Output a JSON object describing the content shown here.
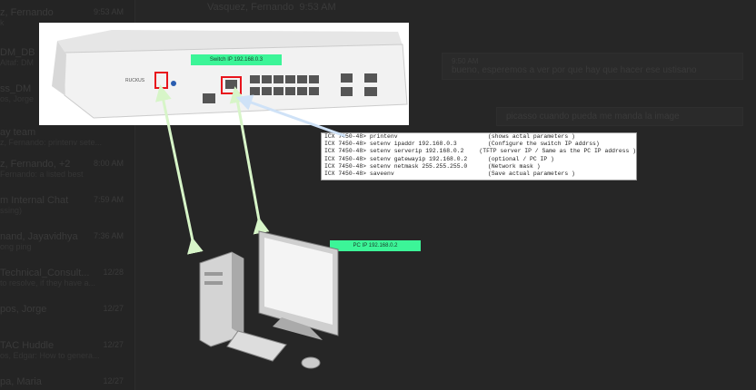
{
  "background_chat": {
    "header_name": "Vasquez, Fernando",
    "header_time": "9:53 AM",
    "list": [
      {
        "name": "z, Fernando",
        "time": "9:53 AM",
        "preview": "k"
      },
      {
        "name": "DM_DB",
        "time": "",
        "preview": "Altaf: DM"
      },
      {
        "name": "ss_DM",
        "time": "",
        "preview": "os, Jorge"
      },
      {
        "name": "ay team",
        "time": "",
        "preview": "z, Fernando: printenv sete..."
      },
      {
        "name": "z, Fernando, +2",
        "time": "8:00 AM",
        "preview": "Fernando: a listed best"
      },
      {
        "name": "m Internal Chat",
        "time": "7:59 AM",
        "preview": "ssing)"
      },
      {
        "name": "nand, Jayavidhya",
        "time": "7:36 AM",
        "preview": "ong ping"
      },
      {
        "name": "Technical_Consult...",
        "time": "12/28",
        "preview": "to resolve, if they have a..."
      },
      {
        "name": "pos, Jorge",
        "time": "12/27",
        "preview": ""
      },
      {
        "name": "TAC Huddle",
        "time": "12/27",
        "preview": "os, Edgar: How to genera..."
      },
      {
        "name": "pa, Maria",
        "time": "12/27",
        "preview": ""
      }
    ],
    "messages": [
      {
        "time": "9:50 AM",
        "text": "bueno, esperemos a ver por que hay que hacer ese ustisano"
      },
      {
        "time": "",
        "text": "picasso cuando pueda me manda la image"
      }
    ]
  },
  "diagram": {
    "switch_brand": "RUCKUS",
    "switch_label": "Switch IP 192.168.0.3",
    "pc_label": "PC IP 192.168.0.2",
    "terminal": [
      {
        "cmd": "ICX 7450-48> printenv",
        "desc": "(shows actal parameters )"
      },
      {
        "cmd": "ICX 7450-48> setenv ipaddr 192.168.0.3",
        "desc": "(Configure the switch IP addrss)"
      },
      {
        "cmd": "ICX 7450-48> setenv serverip 192.168.0.2",
        "desc": "(TFTP server IP / Same as the PC IP address )"
      },
      {
        "cmd": "ICX 7450-48> setenv gatewayip 192.168.0.2",
        "desc": "(optional / PC IP )"
      },
      {
        "cmd": "ICX 7450-48> setenv netmask 255.255.255.0",
        "desc": "(Network mask )"
      },
      {
        "cmd": "ICX 7450-48> saveenv",
        "desc": "(Save actual parameters )"
      }
    ],
    "colors": {
      "label": "#3cf598",
      "highlight": "#e8141c",
      "arrow_green": "#d7f5c8",
      "arrow_blue": "#cfe2f7"
    }
  }
}
